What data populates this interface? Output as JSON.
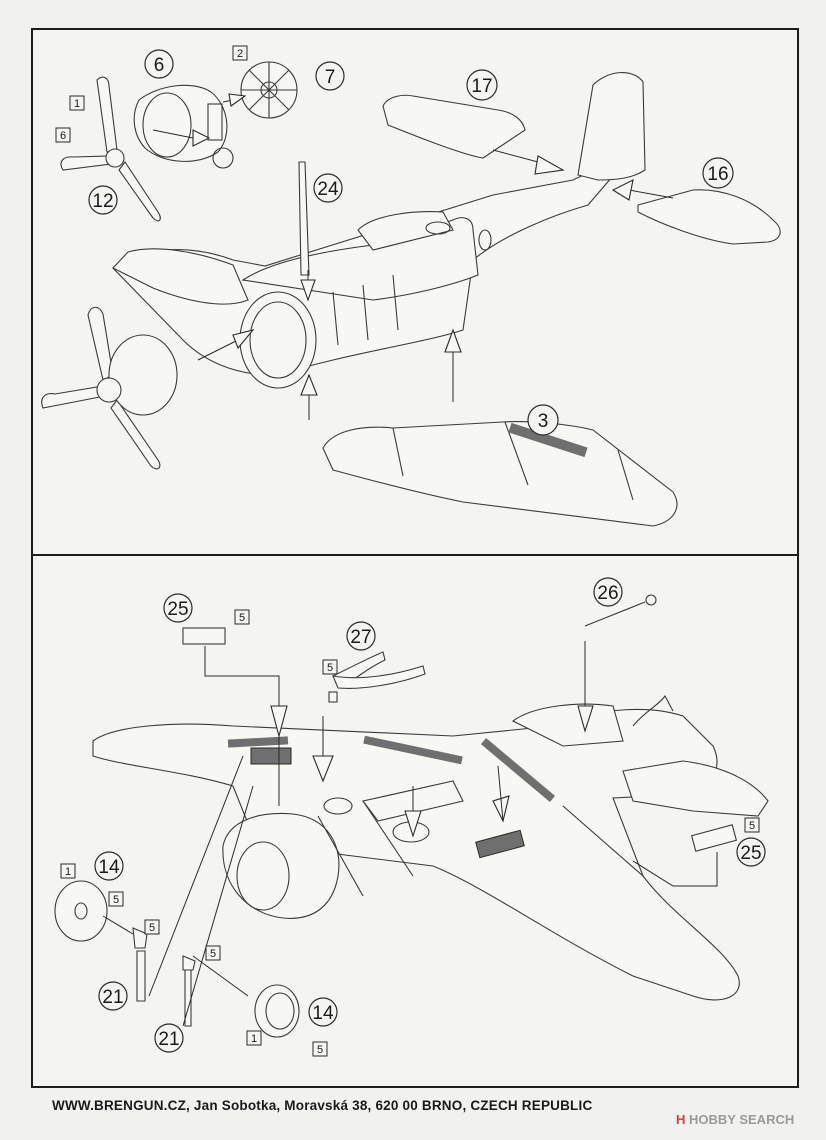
{
  "callouts_top": {
    "c6": "6",
    "c7": "7",
    "c12": "12",
    "c17": "17",
    "c16": "16",
    "c24": "24",
    "c3": "3",
    "s2": "2",
    "s1": "1",
    "s6": "6"
  },
  "callouts_bottom": {
    "c25a": "25",
    "c27": "27",
    "c26": "26",
    "c25b": "25",
    "c14a": "14",
    "c14b": "14",
    "c21a": "21",
    "c21b": "21",
    "s5a": "5",
    "s5b": "5",
    "s5c": "5",
    "s5d": "5",
    "s5e": "5",
    "s5f": "5",
    "s5g": "5",
    "s1a": "1",
    "s1b": "1"
  },
  "footer": {
    "text": "WWW.BRENGUN.CZ, Jan Sobotka, Moravská 38, 620 00 BRNO, CZECH REPUBLIC"
  },
  "watermark": {
    "mark": "H",
    "text": "HOBBY SEARCH"
  },
  "colors": {
    "background": "#f1f1ef",
    "line": "#3a3a3a",
    "photoetch_part": "#6f6f6f"
  }
}
